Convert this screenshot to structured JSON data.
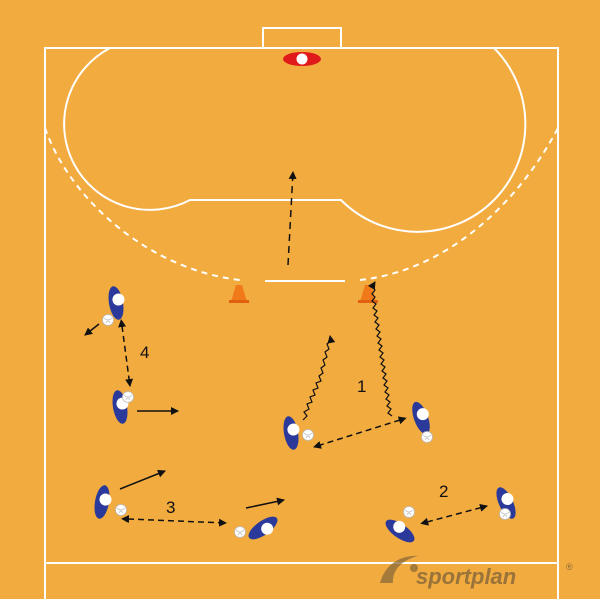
{
  "diagram": {
    "background_color": "#F2AB3F",
    "line_color": "#FFFFFF",
    "player_color": "#2B3A9A",
    "cone_color": "#F07A1A",
    "goal_color": "#E01A1A",
    "arrow_color": "#111111",
    "station_labels": [
      "1",
      "2",
      "3",
      "4"
    ]
  },
  "brand": {
    "name": "sportplan",
    "registered": "®",
    "color": "#8A6A3A"
  }
}
